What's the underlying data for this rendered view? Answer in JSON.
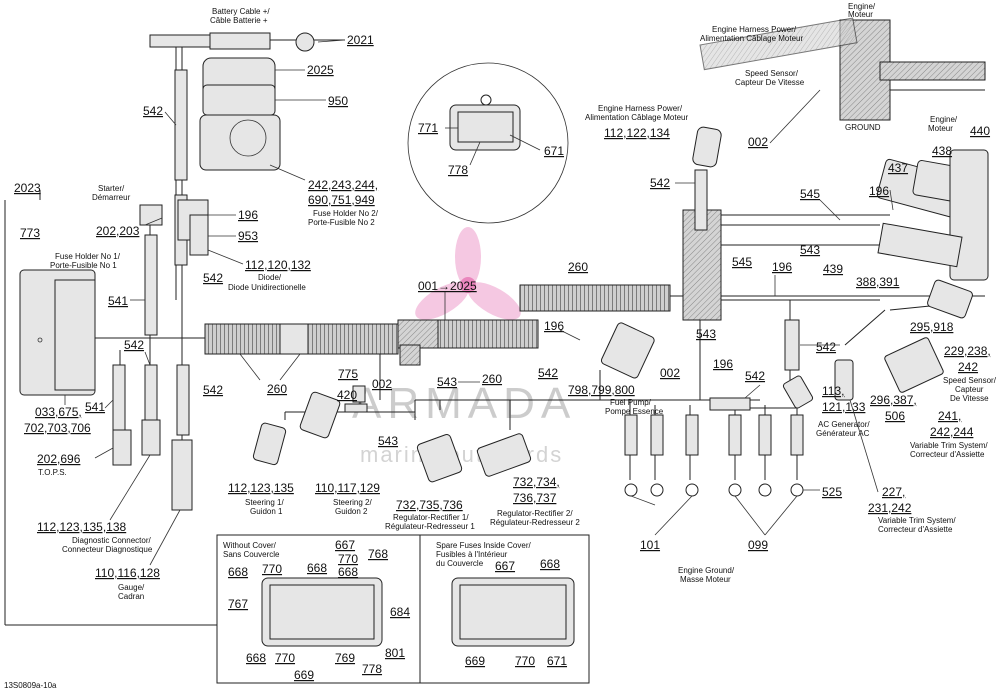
{
  "labels": {
    "battery_cable": "Battery Cable +/",
    "battery_cable_fr": "Câble Batterie +",
    "engine_moteur_top": "Engine/",
    "engine_moteur_top_fr": "Moteur",
    "engine_harness_power_top": "Engine Harness Power/",
    "engine_harness_power_top_fr": "Alimentation Câblage Moteur",
    "speed_sensor_top": "Speed Sensor/",
    "speed_sensor_top_fr": "Capteur De Vitesse",
    "ground": "GROUND",
    "engine_moteur_right": "Engine/",
    "engine_moteur_right_fr": "Moteur",
    "engine_harness_power_mid": "Engine Harness Power/",
    "engine_harness_power_mid_fr": "Alimentation Câblage Moteur",
    "starter": "Starter/",
    "starter_fr": "Démarreur",
    "fuse_holder_1": "Fuse Holder No 1/",
    "fuse_holder_1_fr": "Porte-Fusible No 1",
    "fuse_holder_2": "Fuse Holder No 2/",
    "fuse_holder_2_fr": "Porte-Fusible No 2",
    "diode": "Diode/",
    "diode_fr": "Diode Unidirectionelle",
    "tops": "T.O.P.S.",
    "diagnostic_connector": "Diagnostic Connector/",
    "diagnostic_connector_fr": "Connecteur Diagnostique",
    "gauge": "Gauge/",
    "gauge_fr": "Cadran",
    "steering_1": "Steering 1/",
    "steering_1_fr": "Guidon 1",
    "steering_2": "Steering 2/",
    "steering_2_fr": "Guidon 2",
    "reg_rect_1": "Regulator-Rectifier 1/",
    "reg_rect_1_fr": "Régulateur-Redresseur 1",
    "reg_rect_2": "Regulator-Rectifier 2/",
    "reg_rect_2_fr": "Régulateur-Redresseur 2",
    "fuel_pump": "Fuel Pump/",
    "fuel_pump_fr": "Pompe Essence",
    "ac_generator": "AC Generator/",
    "ac_generator_fr": "Générateur AC",
    "speed_sensor_right": "Speed Sensor/",
    "speed_sensor_right_fr1": "Capteur",
    "speed_sensor_right_fr2": "De Vitesse",
    "vts_1": "Variable Trim System/",
    "vts_1_fr": "Correcteur d'Assiette",
    "vts_2": "Variable Trim System/",
    "vts_2_fr": "Correcteur d'Assiette",
    "engine_ground": "Engine Ground/",
    "engine_ground_fr": "Masse Moteur",
    "without_cover": "Without Cover/",
    "without_cover_fr": "Sans Couvercle",
    "spare_fuses": "Spare Fuses Inside Cover/",
    "spare_fuses_fr": "Fusibles à l'Intérieur",
    "spare_fuses_fr2": "du Couvercle",
    "footer": "13S0809a-10a",
    "watermark": "ARMADA",
    "watermark_sub": "marine outboards"
  },
  "callouts": {
    "c2021": "2021",
    "c2025": "2025",
    "c950": "950",
    "c542_a": "542",
    "c242_line1": "242,243,244,",
    "c242_line2": "690,751,949",
    "c196_a": "196",
    "c953": "953",
    "c112_120": "112,120,132",
    "c542_b": "542",
    "c2023": "2023",
    "c773": "773",
    "c202_203": "202,203",
    "c541_a": "541",
    "c542_c": "542",
    "c541_b": "541",
    "c542_d": "542",
    "c033_line1": "033,675,",
    "c033_line2": "702,703,706",
    "c202_696": "202,696",
    "c112_123_138": "112,123,135,138",
    "c110_116": "110,116,128",
    "c771": "771",
    "c671_a": "671",
    "c778_a": "778",
    "c112_122": "112,122,134",
    "c002_a": "002",
    "c542_e": "542",
    "c545_a": "545",
    "c196_b": "196",
    "c437": "437",
    "c438": "438",
    "c440": "440",
    "c543_a": "543",
    "c545_b": "545",
    "c196_c": "196",
    "c439": "439",
    "c388": "388,391",
    "c260_a": "260",
    "c001": "001→2025",
    "c196_d": "196",
    "c543_b": "543",
    "c295": "295,918",
    "c229_line1": "229,238,",
    "c229_line2": "242",
    "c542_f": "542",
    "c196_e": "196",
    "c002_b": "002",
    "c542_g": "542",
    "c260_b": "260",
    "c775": "775",
    "c420": "420",
    "c002_c": "002",
    "c543_c": "543",
    "c260_c": "260",
    "c542_h": "542",
    "c798": "798,799,800",
    "c543_d": "543",
    "c296_line1": "296,387,",
    "c296_line2": "506",
    "c241_line1": "241,",
    "c241_line2": "242,244",
    "c113_line1": "113,",
    "c113_line2": "121,133",
    "c112_123_135": "112,123,135",
    "c110_117": "110,117,129",
    "c732_735": "732,735,736",
    "c732_734_l1": "732,734,",
    "c732_734_l2": "736,737",
    "c227_line1": "227,",
    "c227_line2": "231,242",
    "c525": "525",
    "c101": "101",
    "c099": "099",
    "c668_a": "668",
    "c770_a": "770",
    "c668_b": "668",
    "c667_a": "667",
    "c770_b": "770",
    "c768": "768",
    "c668_c": "668",
    "c767": "767",
    "c684": "684",
    "c668_d": "668",
    "c770_c": "770",
    "c769": "769",
    "c801": "801",
    "c669_a": "669",
    "c778_b": "778",
    "c667_b": "667",
    "c668_e": "668",
    "c669_b": "669",
    "c770_d": "770",
    "c671_b": "671"
  },
  "colors": {
    "line": "#222222",
    "part_fill": "#e6e6e6",
    "watermark": "#c7c7c7",
    "logo_pink": "#e879b6"
  }
}
